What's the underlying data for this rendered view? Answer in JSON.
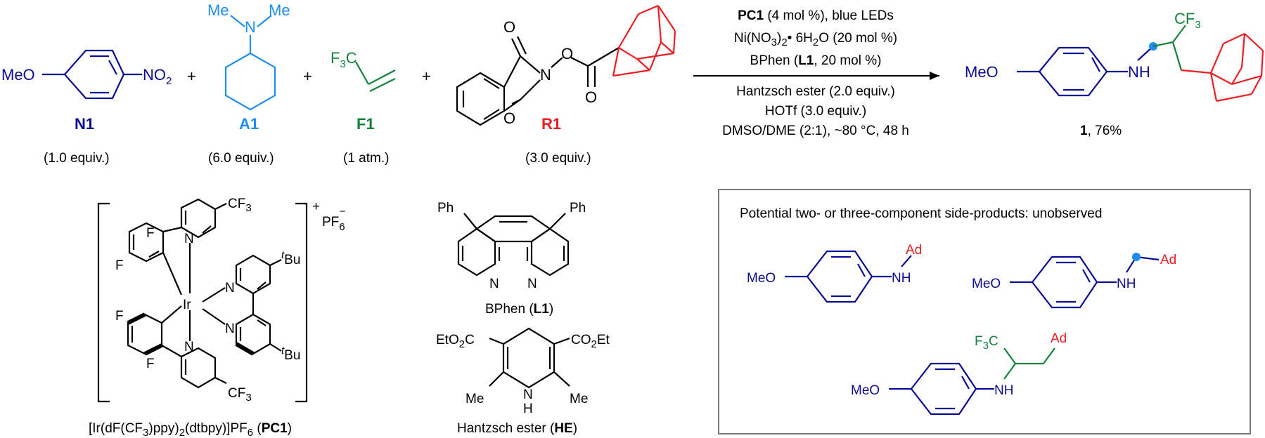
{
  "colors": {
    "nitro": "#0b0b94",
    "amine": "#1f8ef1",
    "olefin": "#14823c",
    "radical": "#ee1d23",
    "black": "#000000",
    "box": "#777777"
  },
  "reactants": {
    "n1": {
      "label": "N1",
      "equiv": "(1.0 equiv.)",
      "meo": "MeO",
      "no2": "NO",
      "no2_sub": "2"
    },
    "a1": {
      "label": "A1",
      "equiv": "(6.0 equiv.)",
      "me1": "Me",
      "n": "N",
      "me2": "Me"
    },
    "f1": {
      "label": "F1",
      "equiv": "(1 atm.)",
      "cf3": "F",
      "cf3_sub": "3",
      "cf3_c": "C"
    },
    "r1": {
      "label": "R1",
      "equiv": "(3.0 equiv.)",
      "o1": "O",
      "n": "N",
      "o2": "O",
      "o3": "O",
      "o4": "O"
    },
    "plus": "+"
  },
  "conditions": {
    "line1_bold": "PC1",
    "line1_rest": " (4 mol %), blue LEDs",
    "line2_pre": "Ni(NO",
    "line2_sub1": "3",
    "line2_mid": ")",
    "line2_sub2": "2",
    "line2_post": "• 6H",
    "line2_sub3": "2",
    "line2_end": "O (20 mol %)",
    "line3_pre": "BPhen (",
    "line3_bold": "L1",
    "line3_post": ", 20 mol %)",
    "line4": "Hantzsch ester (2.0 equiv.)",
    "line5": "HOTf (3.0 equiv.)",
    "line6": "DMSO/DME (2:1), ~80 °C, 48 h"
  },
  "product": {
    "meo": "MeO",
    "nh": "NH",
    "cf3": "CF",
    "cf3_sub": "3",
    "label_bold": "1",
    "label_rest": ", 76%"
  },
  "catalyst": {
    "f1": "F",
    "f2": "F",
    "f3": "F",
    "f4": "F",
    "cf3_top": "CF",
    "cf3_top_sub": "3",
    "cf3_bot": "CF",
    "cf3_bot_sub": "3",
    "n1": "N",
    "n2": "N",
    "n3": "N",
    "n4": "N",
    "ir": "Ir",
    "tbu_top_sup": "t",
    "tbu_top": "Bu",
    "tbu_bot_sup": "t",
    "tbu_bot": "Bu",
    "charge": "+",
    "pf6": "PF",
    "pf6_sub": "6",
    "pf6_sup": "−",
    "name_pre": "[Ir(dF(CF",
    "name_sub1": "3",
    "name_mid": ")ppy)",
    "name_sub2": "2",
    "name_mid2": "(dtbpy)]PF",
    "name_sub3": "6",
    "name_open": " (",
    "name_bold": "PC1",
    "name_close": ")"
  },
  "ligand": {
    "ph1": "Ph",
    "ph2": "Ph",
    "n1": "N",
    "n2": "N",
    "name_pre": "BPhen (",
    "name_bold": "L1",
    "name_post": ")"
  },
  "hantzsch": {
    "ester_left": "EtO",
    "ester_left_sub": "2",
    "ester_left_c": "C",
    "ester_right": "CO",
    "ester_right_sub": "2",
    "ester_right_et": "Et",
    "me_left": "Me",
    "me_right": "Me",
    "nh_n": "N",
    "nh_h": "H",
    "name_pre": "Hantzsch ester (",
    "name_bold": "HE",
    "name_post": ")"
  },
  "side_products": {
    "title": "Potential two- or three-component side-products: unobserved",
    "sp1": {
      "meo": "MeO",
      "nh": "NH",
      "ad": "Ad"
    },
    "sp2": {
      "meo": "MeO",
      "nh": "NH",
      "ad": "Ad"
    },
    "sp3": {
      "meo": "MeO",
      "nh": "NH",
      "ad": "Ad",
      "f3c_f": "F",
      "f3c_sub": "3",
      "f3c_c": "C"
    }
  }
}
